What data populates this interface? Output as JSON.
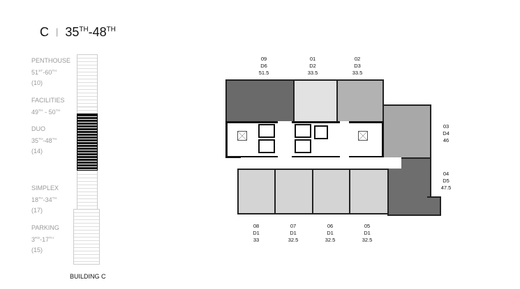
{
  "header": {
    "building": "C",
    "range_from": "35",
    "range_from_sup": "TH",
    "range_to": "48",
    "range_to_sup": "TH"
  },
  "levels": [
    {
      "name": "PENTHOUSE",
      "from": "51",
      "from_sup": "ST",
      "to": "60",
      "to_sup": "TH",
      "count": "(10)"
    },
    {
      "name": "FACILITIES",
      "from": "49",
      "from_sup": "TH",
      "to": " 50",
      "to_sup": "TH",
      "count": ""
    },
    {
      "name": "DUO",
      "from": "35",
      "from_sup": "TH",
      "to": "48",
      "to_sup": "TH",
      "count": "(14)"
    },
    {
      "name": "SIMPLEX",
      "from": "18",
      "from_sup": "TH",
      "to": "34",
      "to_sup": "TH",
      "count": "(17)"
    },
    {
      "name": "PARKING",
      "from": "3",
      "from_sup": "RD",
      "to": "17",
      "to_sup": "TH",
      "count": "(15)"
    }
  ],
  "building_label": "BUILDING C",
  "units": [
    {
      "no": "09",
      "type": "D6",
      "area": "51.5",
      "color": "#6a6a6a"
    },
    {
      "no": "01",
      "type": "D2",
      "area": "33.5",
      "color": "#e2e2e2"
    },
    {
      "no": "02",
      "type": "D3",
      "area": "33.5",
      "color": "#b2b2b2"
    },
    {
      "no": "03",
      "type": "D4",
      "area": "46",
      "color": "#a8a8a8"
    },
    {
      "no": "04",
      "type": "D5",
      "area": "47.5",
      "color": "#6e6e6e"
    },
    {
      "no": "05",
      "type": "D1",
      "area": "32.5",
      "color": "#d4d4d4"
    },
    {
      "no": "06",
      "type": "D1",
      "area": "32.5",
      "color": "#d4d4d4"
    },
    {
      "no": "07",
      "type": "D1",
      "area": "32.5",
      "color": "#d4d4d4"
    },
    {
      "no": "08",
      "type": "D1",
      "area": "33",
      "color": "#d4d4d4"
    }
  ]
}
